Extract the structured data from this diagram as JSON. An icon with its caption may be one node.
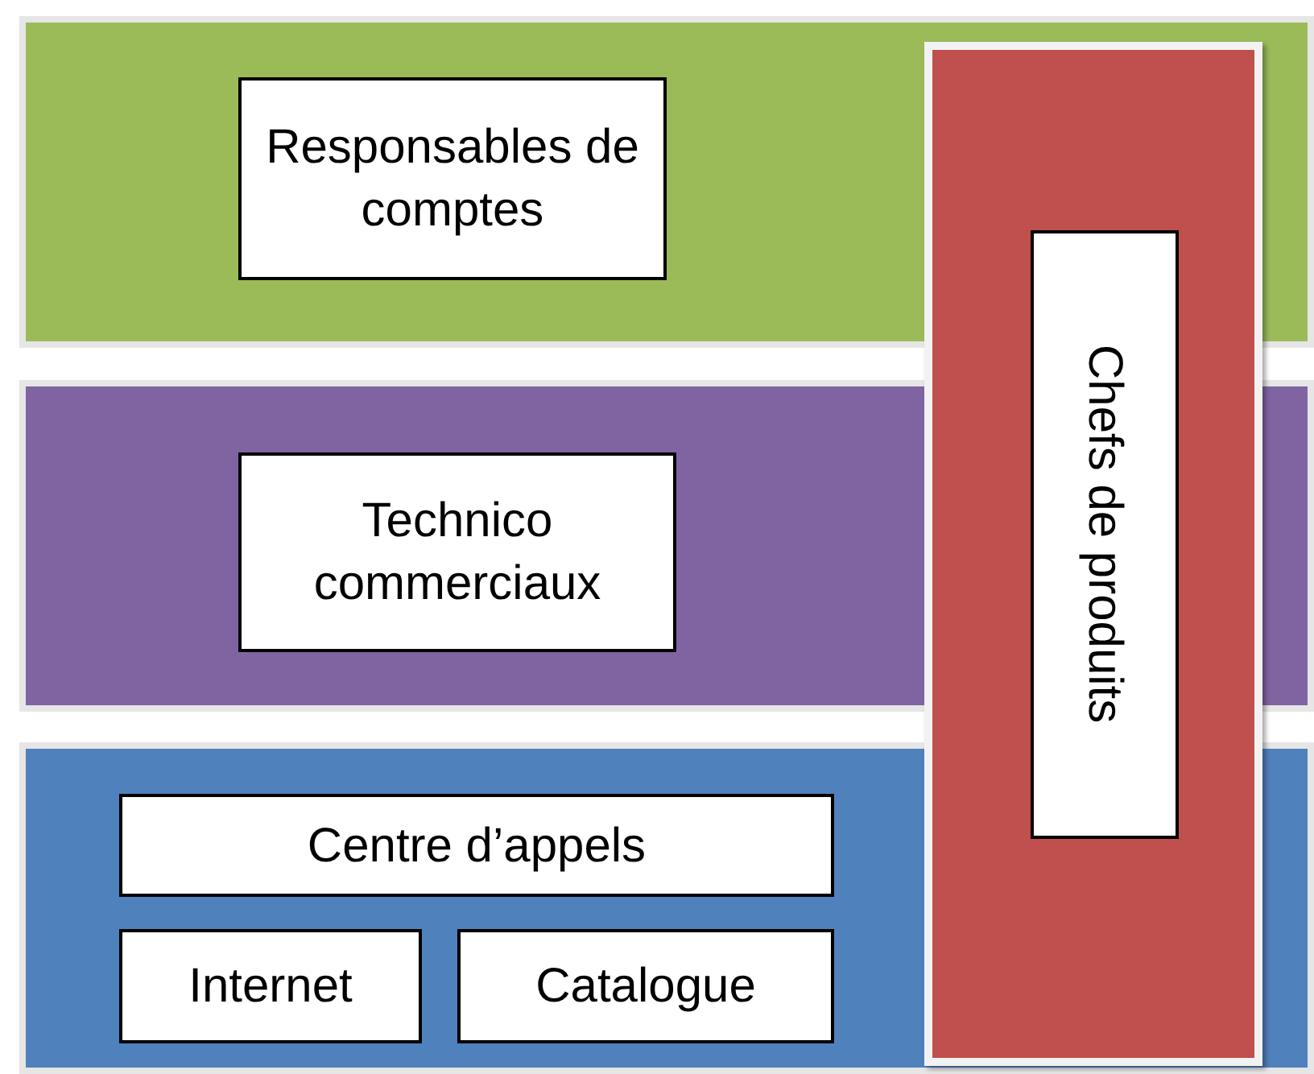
{
  "diagram": {
    "nodes": [
      {
        "text": [],
        "shape": "box"
      },
      {
        "text": [
          "Responsables de comptes"
        ],
        "in": 0
      },
      {
        "text": [],
        "shape": "box"
      },
      {
        "text": [
          "Technico commerciaux"
        ],
        "in": 2
      },
      {
        "text": [],
        "shape": "box"
      },
      {
        "text": [
          "Centre d’appels"
        ],
        "in": 4
      },
      {
        "text": [
          "Internet"
        ],
        "in": 4
      },
      {
        "text": [
          "Catalogue"
        ],
        "in": 4
      },
      {
        "text": [],
        "shape": "bar"
      },
      {
        "text": [
          "Chefs de produits"
        ],
        "in": 8
      }
    ]
  }
}
